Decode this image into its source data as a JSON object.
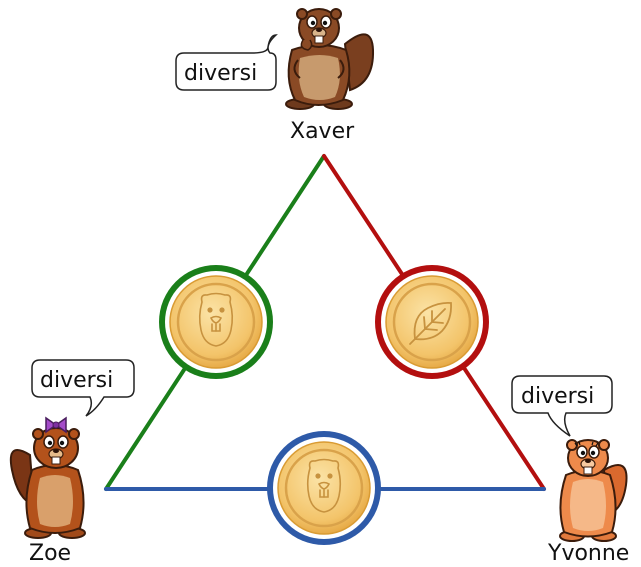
{
  "players": {
    "top": {
      "name": "Xaver",
      "says": "diversi"
    },
    "left": {
      "name": "Zoe",
      "says": "diversi"
    },
    "right": {
      "name": "Yvonne",
      "says": "diversi"
    }
  },
  "colors": {
    "edge_left": "#1a7f1a",
    "edge_right": "#b30f0f",
    "edge_bottom": "#2e5aa8",
    "coin_gold": "#f2b33d",
    "coin_face": "#f8d487",
    "coin_ink": "#b98a3a"
  },
  "coins": {
    "left": {
      "icon": "beaver-face-icon"
    },
    "right": {
      "icon": "leaf-icon"
    },
    "bottom": {
      "icon": "beaver-face-icon"
    }
  }
}
